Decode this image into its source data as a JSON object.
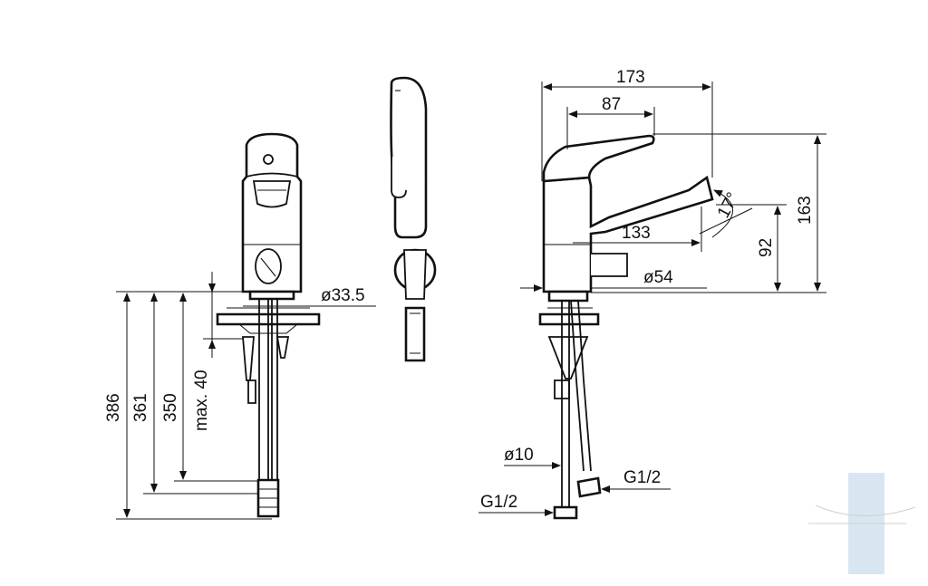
{
  "front_view": {
    "overall_height_1": "386",
    "overall_height_2": "361",
    "overall_height_3": "350",
    "max_thickness": "max. 40",
    "base_diameter": "ø33.5"
  },
  "side_view": {
    "total_depth": "173",
    "handle_depth": "87",
    "spout_reach": "133",
    "spout_angle": "17°",
    "spout_height": "92",
    "total_height": "163",
    "body_diameter": "ø54",
    "hose_diameter": "ø10",
    "connection_left": "G1/2",
    "connection_right": "G1/2"
  },
  "colors": {
    "line": "#111111",
    "watermark": "#d9e6f2"
  }
}
